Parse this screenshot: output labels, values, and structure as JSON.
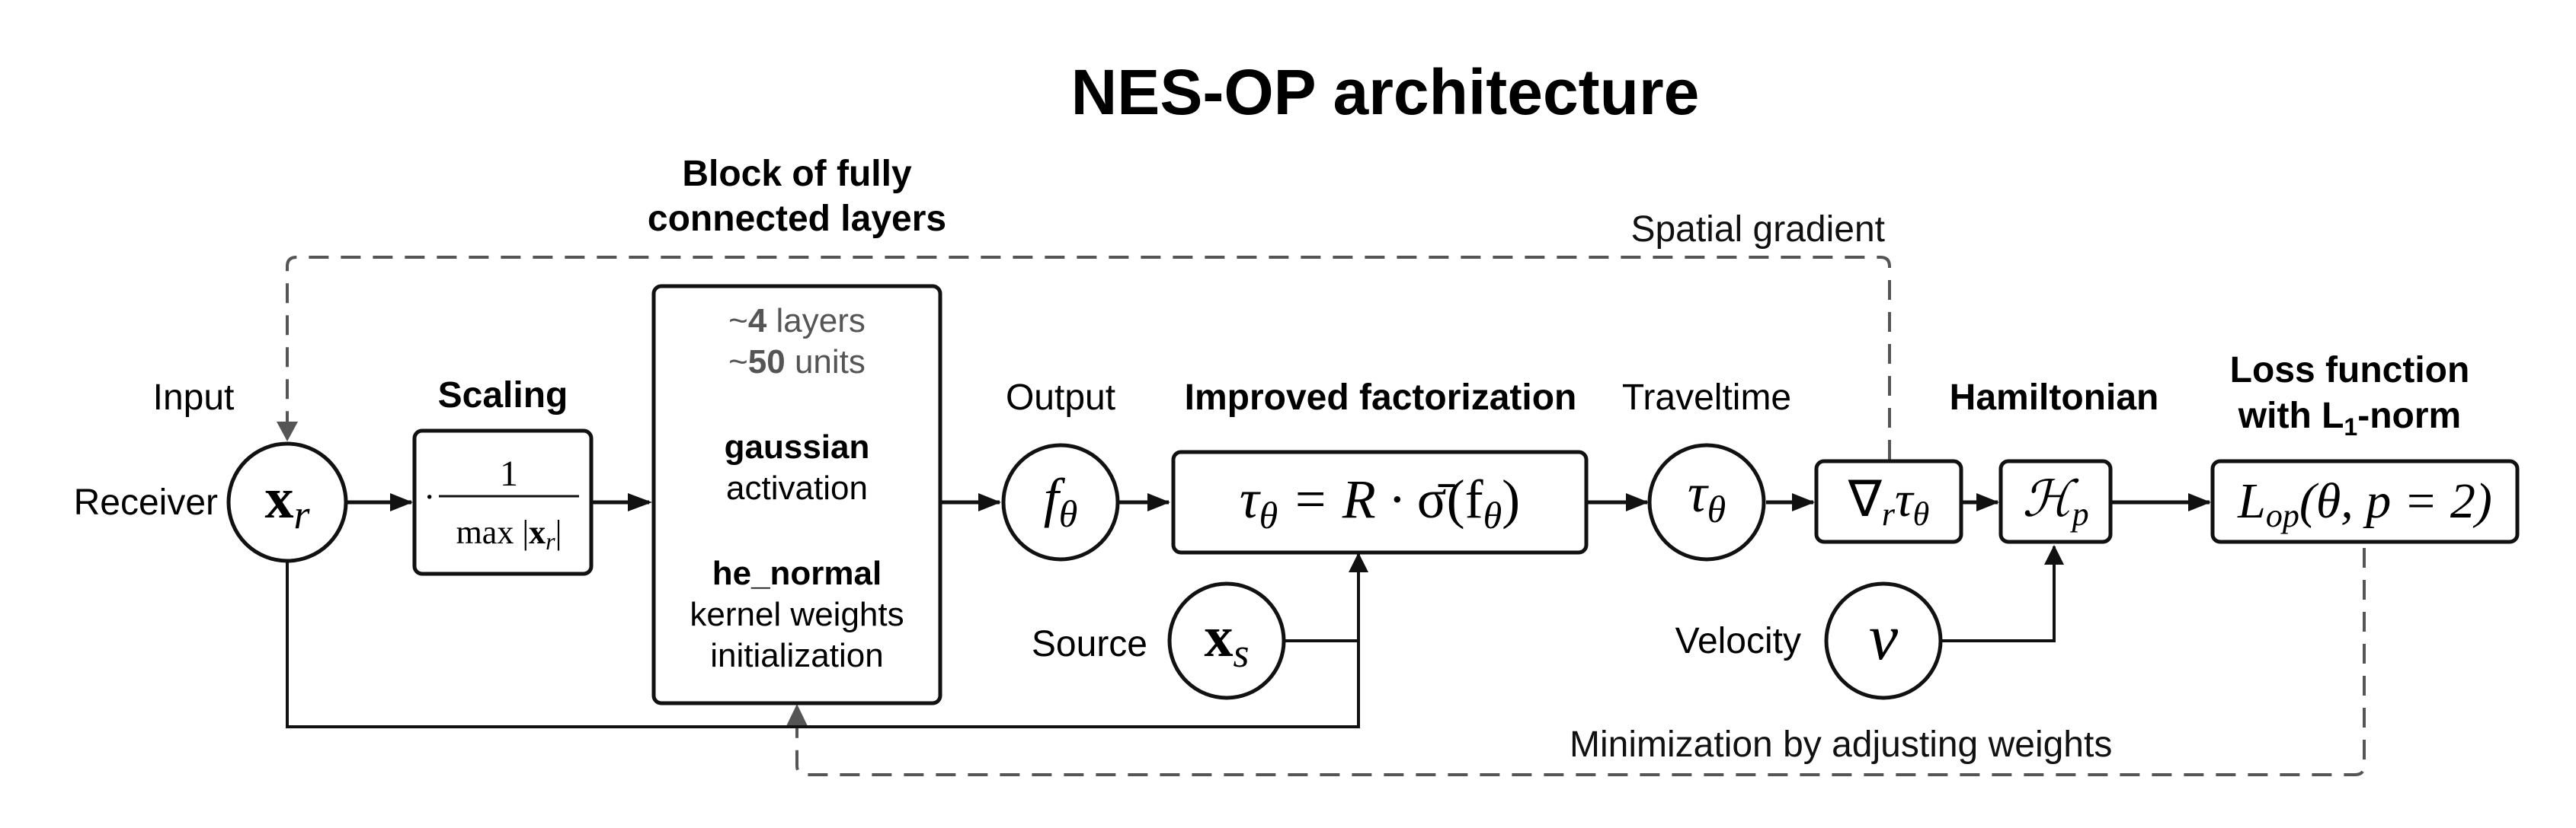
{
  "title": "NES-OP architecture",
  "colors": {
    "ink": "#111111",
    "muted": "#555555",
    "background": "#ffffff"
  },
  "labels": {
    "input": "Input",
    "receiver": "Receiver",
    "scaling": "Scaling",
    "block_line1": "Block of fully",
    "block_line2": "connected layers",
    "output": "Output",
    "improved_factorization": "Improved factorization",
    "traveltime": "Traveltime",
    "hamiltonian": "Hamiltonian",
    "loss_line1": "Loss function",
    "loss_line2_prefix": "with L",
    "loss_line2_sub": "1",
    "loss_line2_suffix": "-norm",
    "source": "Source",
    "velocity": "Velocity",
    "spatial_gradient": "Spatial gradient",
    "minimization": "Minimization by adjusting weights"
  },
  "layers_box": {
    "layers_prefix": "~",
    "layers_value": "4",
    "layers_suffix": " layers",
    "units_prefix": "~",
    "units_value": "50",
    "units_suffix": " units",
    "activation_name": "gaussian",
    "activation_label": "activation",
    "init_name": "he_normal",
    "init_line1": "kernel weights",
    "init_line2": "initialization"
  },
  "math": {
    "receiver_symbol": "x",
    "receiver_sub": "r",
    "scaling_dot": "·",
    "scaling_numerator": "1",
    "scaling_den_prefix": "max |",
    "scaling_den_x": "x",
    "scaling_den_sub": "r",
    "scaling_den_suffix": "|",
    "output_symbol": "f",
    "output_sub": "θ",
    "factor_tau": "τ",
    "factor_tau_sub": "θ",
    "factor_rhs_1": " = R · ",
    "factor_sigma": "σ̄",
    "factor_rhs_2": "(f",
    "factor_rhs_sub": "θ",
    "factor_rhs_3": ")",
    "traveltime_symbol": "τ",
    "traveltime_sub": "θ",
    "gradient_nabla": "∇",
    "gradient_nabla_sub": "r",
    "gradient_tau": "τ",
    "gradient_tau_sub": "θ",
    "hamiltonian_symbol": "ℋ",
    "hamiltonian_sub": "p",
    "loss_L": "L",
    "loss_sub": "op",
    "loss_args": "(θ, p = 2)",
    "source_symbol": "x",
    "source_sub": "s",
    "velocity_symbol": "v"
  }
}
